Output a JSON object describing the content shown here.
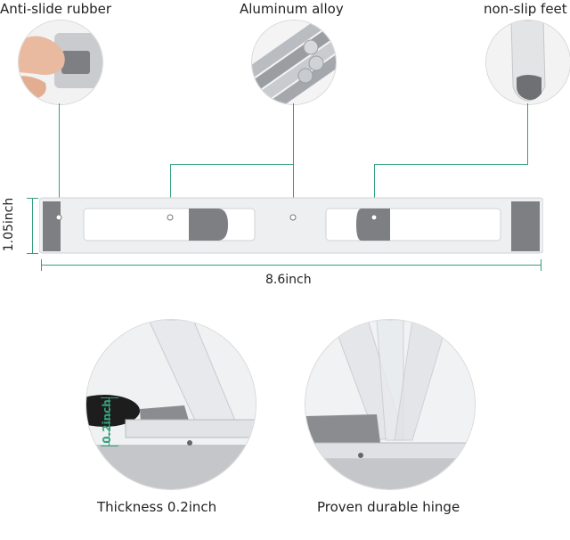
{
  "features": {
    "anti_slide_rubber": "Anti-slide rubber",
    "aluminum_alloy": "Aluminum alloy",
    "non_slip_feet": "non-slip feet"
  },
  "dimensions": {
    "height": "1.05inch",
    "width": "8.6inch",
    "thickness_tag": "0.2inch"
  },
  "captions": {
    "thickness": "Thickness 0.2inch",
    "hinge": "Proven durable hinge"
  },
  "colors": {
    "accent_line": "#35a07a",
    "rubber_pad": "#7d7f82",
    "aluminum": "#e9eaec"
  }
}
